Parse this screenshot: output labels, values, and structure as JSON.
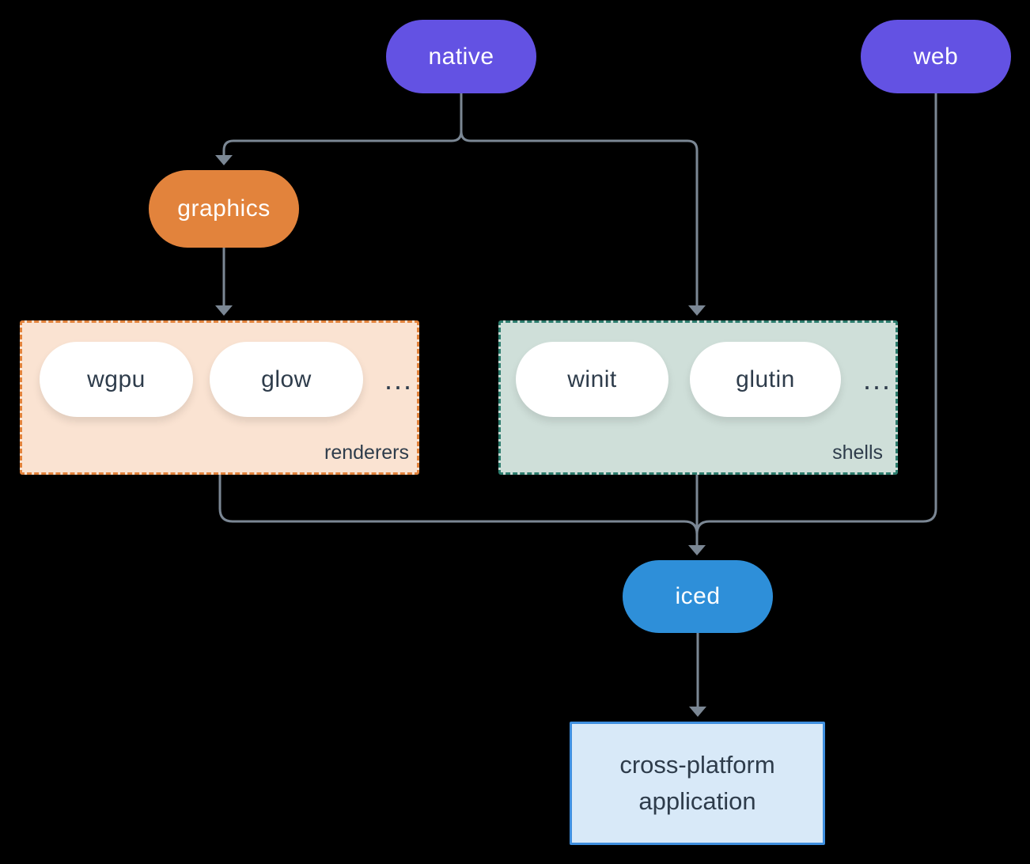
{
  "colors": {
    "canvas-bg": "#000000",
    "purple": "#6352e3",
    "orange": "#e2833c",
    "blue": "#2e8fd9",
    "pill-bg": "#ffffff",
    "renderers-bg": "#fae3d2",
    "renderers-border": "#e2833c",
    "shells-bg": "#cfdfd9",
    "shells-border": "#2c7c6d",
    "app-bg": "#d8e9f8",
    "app-border": "#3f8fdf",
    "line": "#7b8794",
    "ink": "#2e3c4b",
    "text-light": "#ffffff"
  },
  "nodes": {
    "native": "native",
    "web": "web",
    "graphics": "graphics",
    "iced": "iced"
  },
  "groups": {
    "renderers": {
      "label": "renderers",
      "items": [
        "wgpu",
        "glow"
      ],
      "more": "..."
    },
    "shells": {
      "label": "shells",
      "items": [
        "winit",
        "glutin"
      ],
      "more": "..."
    }
  },
  "application": {
    "lines": [
      "cross-platform",
      "application"
    ]
  }
}
